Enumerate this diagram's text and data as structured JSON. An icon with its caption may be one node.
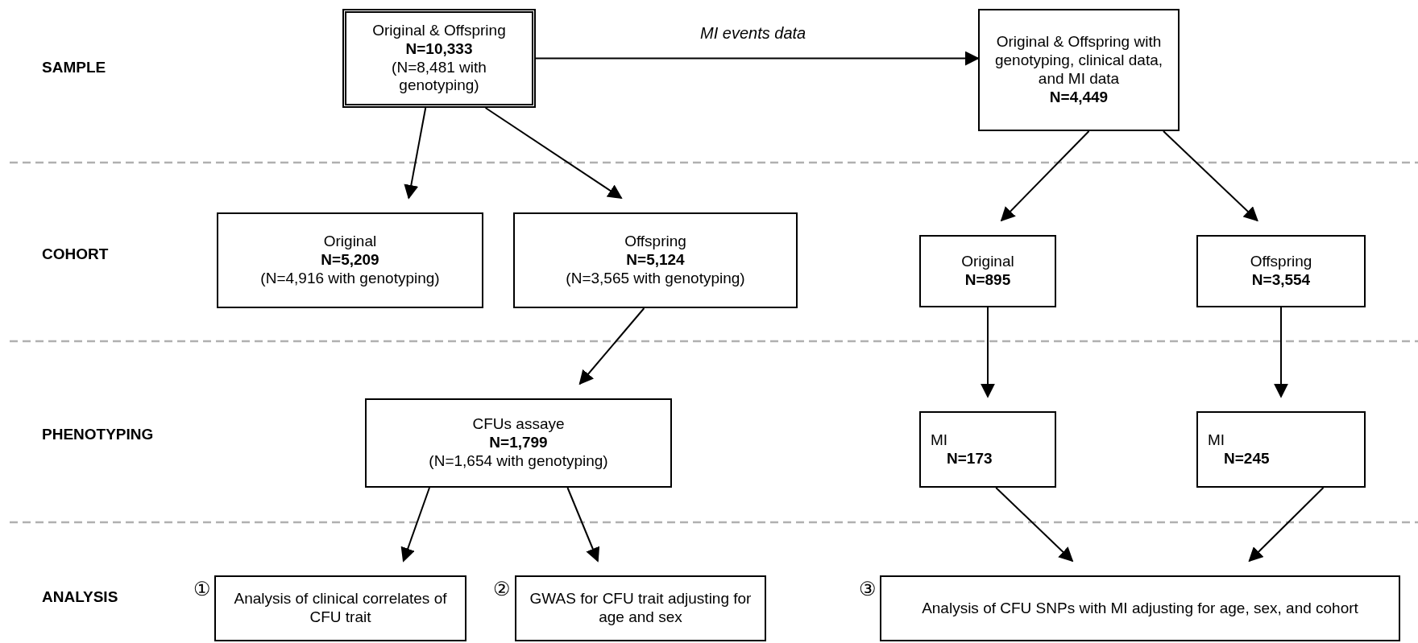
{
  "diagram": {
    "nodes": [
      {
        "text": [
          "Original & Offspring",
          "N=10,333",
          "(N=8,481 with genotyping)"
        ]
      },
      {
        "text": [
          "Original & Offspring with genotyping, clinical data, and MI data",
          "N=4,449"
        ]
      },
      {
        "text": [
          "Original",
          "N=5,209",
          "(N=4,916 with genotyping)"
        ]
      },
      {
        "text": [
          "Offspring",
          "N=5,124",
          "(N=3,565 with genotyping)"
        ]
      },
      {
        "text": [
          "Original",
          "N=895"
        ]
      },
      {
        "text": [
          "Offspring",
          "N=3,554"
        ]
      },
      {
        "text": [
          "CFUs assaye",
          "N=1,799",
          "(N=1,654 with genotyping)"
        ]
      },
      {
        "text": [
          "MI",
          "N=173"
        ]
      },
      {
        "text": [
          "MI",
          "N=245"
        ]
      },
      {
        "text": [
          "Analysis of clinical correlates of CFU trait"
        ]
      },
      {
        "text": [
          "GWAS for CFU trait adjusting for age and sex"
        ]
      },
      {
        "text": [
          "Analysis of CFU SNPs with MI adjusting for age, sex, and cohort"
        ]
      }
    ],
    "edges": [
      {
        "from": 0,
        "to": 1,
        "arrow": "to",
        "label": "MI events data"
      },
      {
        "from": 0,
        "to": 2,
        "arrow": "to"
      },
      {
        "from": 0,
        "to": 3,
        "arrow": "to"
      },
      {
        "from": 1,
        "to": 4,
        "arrow": "to"
      },
      {
        "from": 1,
        "to": 5,
        "arrow": "to"
      },
      {
        "from": 3,
        "to": 6,
        "arrow": "to"
      },
      {
        "from": 4,
        "to": 7,
        "arrow": "to"
      },
      {
        "from": 5,
        "to": 8,
        "arrow": "to"
      },
      {
        "from": 6,
        "to": 9,
        "arrow": "to"
      },
      {
        "from": 6,
        "to": 10,
        "arrow": "to"
      },
      {
        "from": 7,
        "to": 11,
        "arrow": "to"
      },
      {
        "from": 8,
        "to": 11,
        "arrow": "to"
      }
    ],
    "labels": [
      "SAMPLE",
      "COHORT",
      "PHENOTYPING",
      "ANALYSIS",
      "①",
      "②",
      "③"
    ]
  }
}
